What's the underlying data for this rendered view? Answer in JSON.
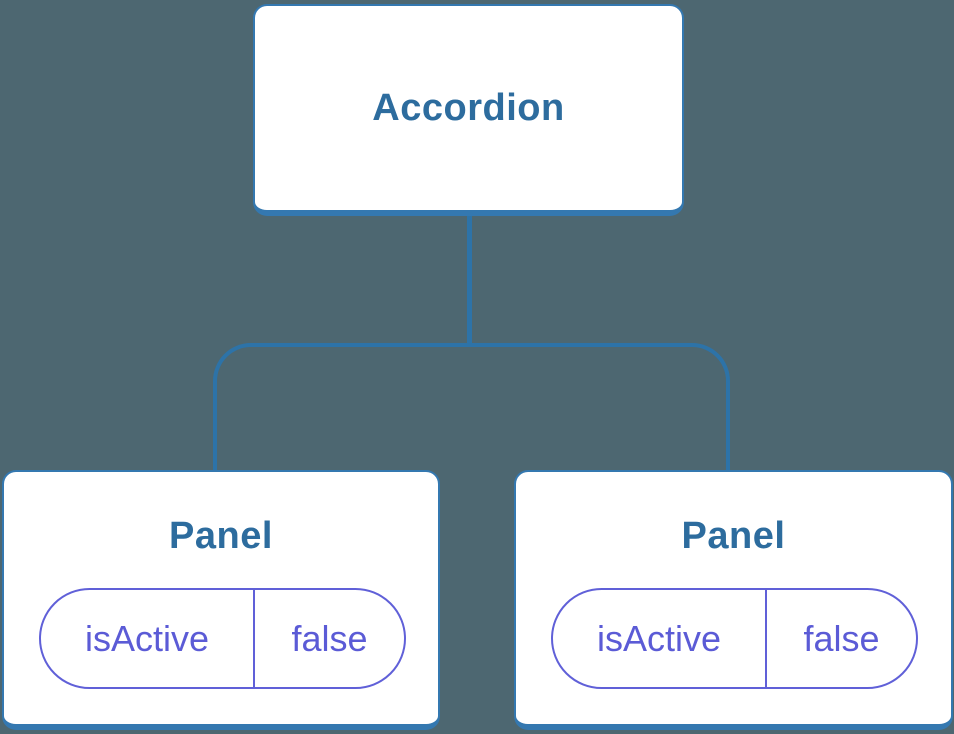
{
  "diagram": {
    "root_node": {
      "label": "Accordion"
    },
    "panels": [
      {
        "title": "Panel",
        "state": {
          "key": "isActive",
          "value": "false"
        }
      },
      {
        "title": "Panel",
        "state": {
          "key": "isActive",
          "value": "false"
        }
      }
    ],
    "colors": {
      "background": "#4D6771",
      "card_bg": "#FFFFFF",
      "node_border": "#3478B0",
      "node_text": "#2D6C9E",
      "connector": "#2D73A8",
      "state_border": "#6060D8",
      "state_text": "#5B5BD6"
    }
  }
}
